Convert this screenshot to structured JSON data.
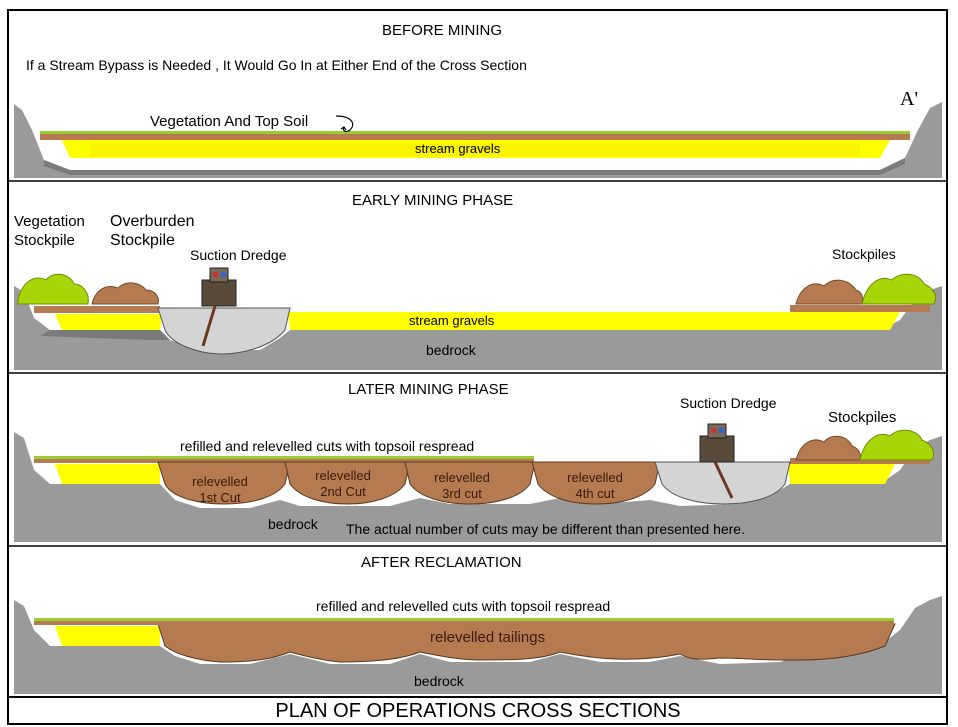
{
  "title": "PLAN OF OPERATIONS CROSS SECTIONS",
  "panels": {
    "before": {
      "heading": "BEFORE MINING",
      "note": "If a Stream Bypass is Needed , It Would Go In at Either End of the Cross Section",
      "vegetation_label": "Vegetation And Top Soil",
      "marker": "A'",
      "gravels_label": "stream gravels"
    },
    "early": {
      "heading": "EARLY MINING PHASE",
      "vegetation_stockpile": [
        "Vegetation",
        "Stockpile"
      ],
      "overburden_stockpile": [
        "Overburden",
        "Stockpile"
      ],
      "dredge_label": "Suction Dredge",
      "stockpiles_label": "Stockpiles",
      "gravels_label": "stream gravels",
      "bedrock_label": "bedrock"
    },
    "later": {
      "heading": "LATER MINING PHASE",
      "dredge_label": "Suction Dredge",
      "stockpiles_label": "Stockpiles",
      "refill_label": "refilled and relevelled cuts with topsoil respread",
      "cuts": [
        {
          "line1": "relevelled",
          "line2": "1st Cut"
        },
        {
          "line1": "relevelled",
          "line2": "2nd Cut"
        },
        {
          "line1": "relevelled",
          "line2": "3rd cut"
        },
        {
          "line1": "relevelled",
          "line2": "4th cut"
        }
      ],
      "bedrock_label": "bedrock",
      "note": "The actual number of cuts may be different than presented here."
    },
    "after": {
      "heading": "AFTER RECLAMATION",
      "refill_label": "refilled and relevelled cuts with topsoil respread",
      "tailings_label": "relevelled tailings",
      "bedrock_label": "bedrock"
    }
  },
  "colors": {
    "gravel_yellow": "#ffff00",
    "bedrock_gray": "#999999",
    "vegetation_green": "#a6d608",
    "tailings_brown": "#b57a50",
    "excavation_gray": "#d4d4d4"
  }
}
